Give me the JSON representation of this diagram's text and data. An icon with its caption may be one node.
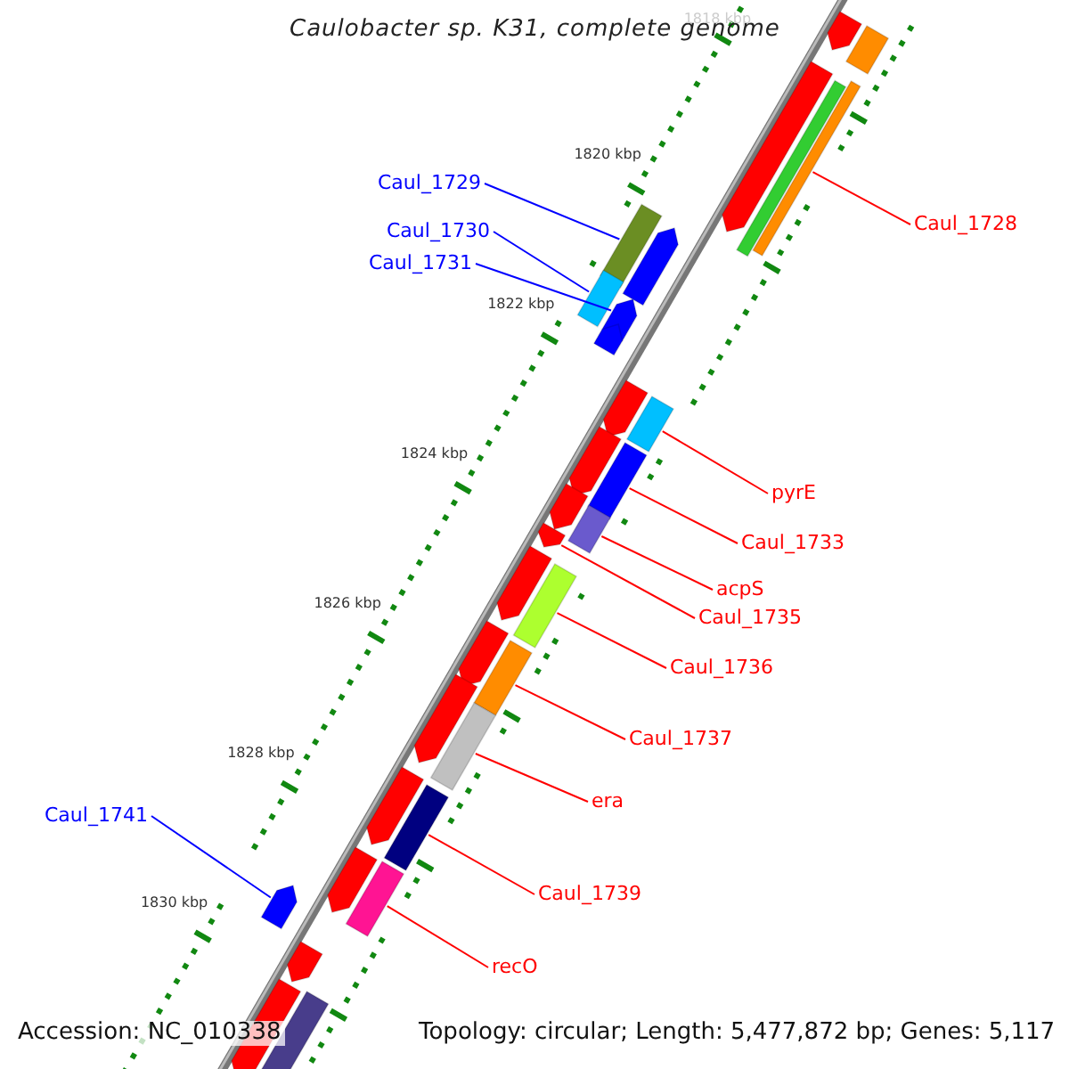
{
  "diagram": {
    "title": "Caulobacter sp. K31, complete genome",
    "nodes": [
      {
        "text": [
          "Caul_1729"
        ]
      },
      {
        "text": [
          "Caul_1728"
        ]
      },
      {
        "text": [
          "Caul_1730"
        ]
      },
      {
        "text": [
          "Caul_1731"
        ]
      },
      {
        "text": [
          "pyrE"
        ]
      },
      {
        "text": [
          "Caul_1733"
        ]
      },
      {
        "text": [
          "acpS"
        ]
      },
      {
        "text": [
          "Caul_1735"
        ]
      },
      {
        "text": [
          "Caul_1736"
        ]
      },
      {
        "text": [
          "Caul_1737"
        ]
      },
      {
        "text": [
          "era"
        ]
      },
      {
        "text": [
          "Caul_1741"
        ]
      },
      {
        "text": [
          "Caul_1739"
        ]
      },
      {
        "text": [
          "recO"
        ]
      },
      {
        "text": [],
        "shape": "bar"
      },
      {
        "text": [],
        "shape": "bar"
      },
      {
        "text": [],
        "shape": "bar"
      },
      {
        "text": [],
        "shape": "pentagon"
      },
      {
        "text": [],
        "shape": "bar"
      },
      {
        "text": [],
        "shape": "bar"
      },
      {
        "text": [],
        "shape": "bar"
      },
      {
        "text": [],
        "shape": "pentagon"
      },
      {
        "text": [],
        "shape": "bar"
      },
      {
        "text": [],
        "shape": "bar"
      },
      {
        "text": [],
        "shape": "bar"
      },
      {
        "text": [],
        "shape": "pentagon"
      },
      {
        "text": [],
        "shape": "bar"
      },
      {
        "text": [],
        "shape": "bar"
      },
      {
        "text": [],
        "shape": "pentagon"
      },
      {
        "text": [],
        "shape": "bar"
      },
      {
        "text": [],
        "shape": "pentagon"
      },
      {
        "text": [],
        "shape": "bar"
      },
      {
        "text": [],
        "shape": "pentagon"
      },
      {
        "text": [],
        "shape": "pentagon"
      },
      {
        "text": [],
        "shape": "pentagon"
      },
      {
        "text": [],
        "shape": "pentagon"
      },
      {
        "text": [],
        "shape": "pentagon"
      },
      {
        "text": [],
        "shape": "pentagon"
      },
      {
        "text": [],
        "shape": "pentagon"
      },
      {
        "text": [],
        "shape": "pentagon"
      },
      {
        "text": [],
        "shape": "pentagon"
      },
      {
        "text": [],
        "shape": "pentagon"
      },
      {
        "text": [],
        "shape": "pentagon"
      },
      {
        "text": [],
        "shape": "pentagon"
      },
      {
        "text": [],
        "shape": "bar"
      }
    ],
    "edges": [
      {
        "from": 0,
        "to": 14,
        "arrow": "none",
        "color": "#0000ff"
      },
      {
        "from": 1,
        "to": 15,
        "arrow": "none"
      },
      {
        "from": 2,
        "to": 16,
        "arrow": "none",
        "color": "#0000ff"
      },
      {
        "from": 3,
        "to": 17,
        "arrow": "none",
        "color": "#0000ff"
      },
      {
        "from": 4,
        "to": 18,
        "arrow": "none"
      },
      {
        "from": 5,
        "to": 19,
        "arrow": "none"
      },
      {
        "from": 6,
        "to": 20,
        "arrow": "none"
      },
      {
        "from": 7,
        "to": 21,
        "arrow": "none"
      },
      {
        "from": 8,
        "to": 22,
        "arrow": "none"
      },
      {
        "from": 9,
        "to": 23,
        "arrow": "none"
      },
      {
        "from": 10,
        "to": 24,
        "arrow": "none"
      },
      {
        "from": 11,
        "to": 25,
        "arrow": "none",
        "color": "#0000ff"
      },
      {
        "from": 12,
        "to": 26,
        "arrow": "none"
      },
      {
        "from": 13,
        "to": 27,
        "arrow": "none"
      }
    ],
    "labels": [
      "1818 kbp",
      "1820 kbp",
      "1822 kbp",
      "1824 kbp",
      "1826 kbp",
      "1828 kbp",
      "1830 kbp",
      "Accession: NC_010338",
      "Topology: circular; Length: 5,477,872 bp; Genes: 5,117"
    ]
  }
}
